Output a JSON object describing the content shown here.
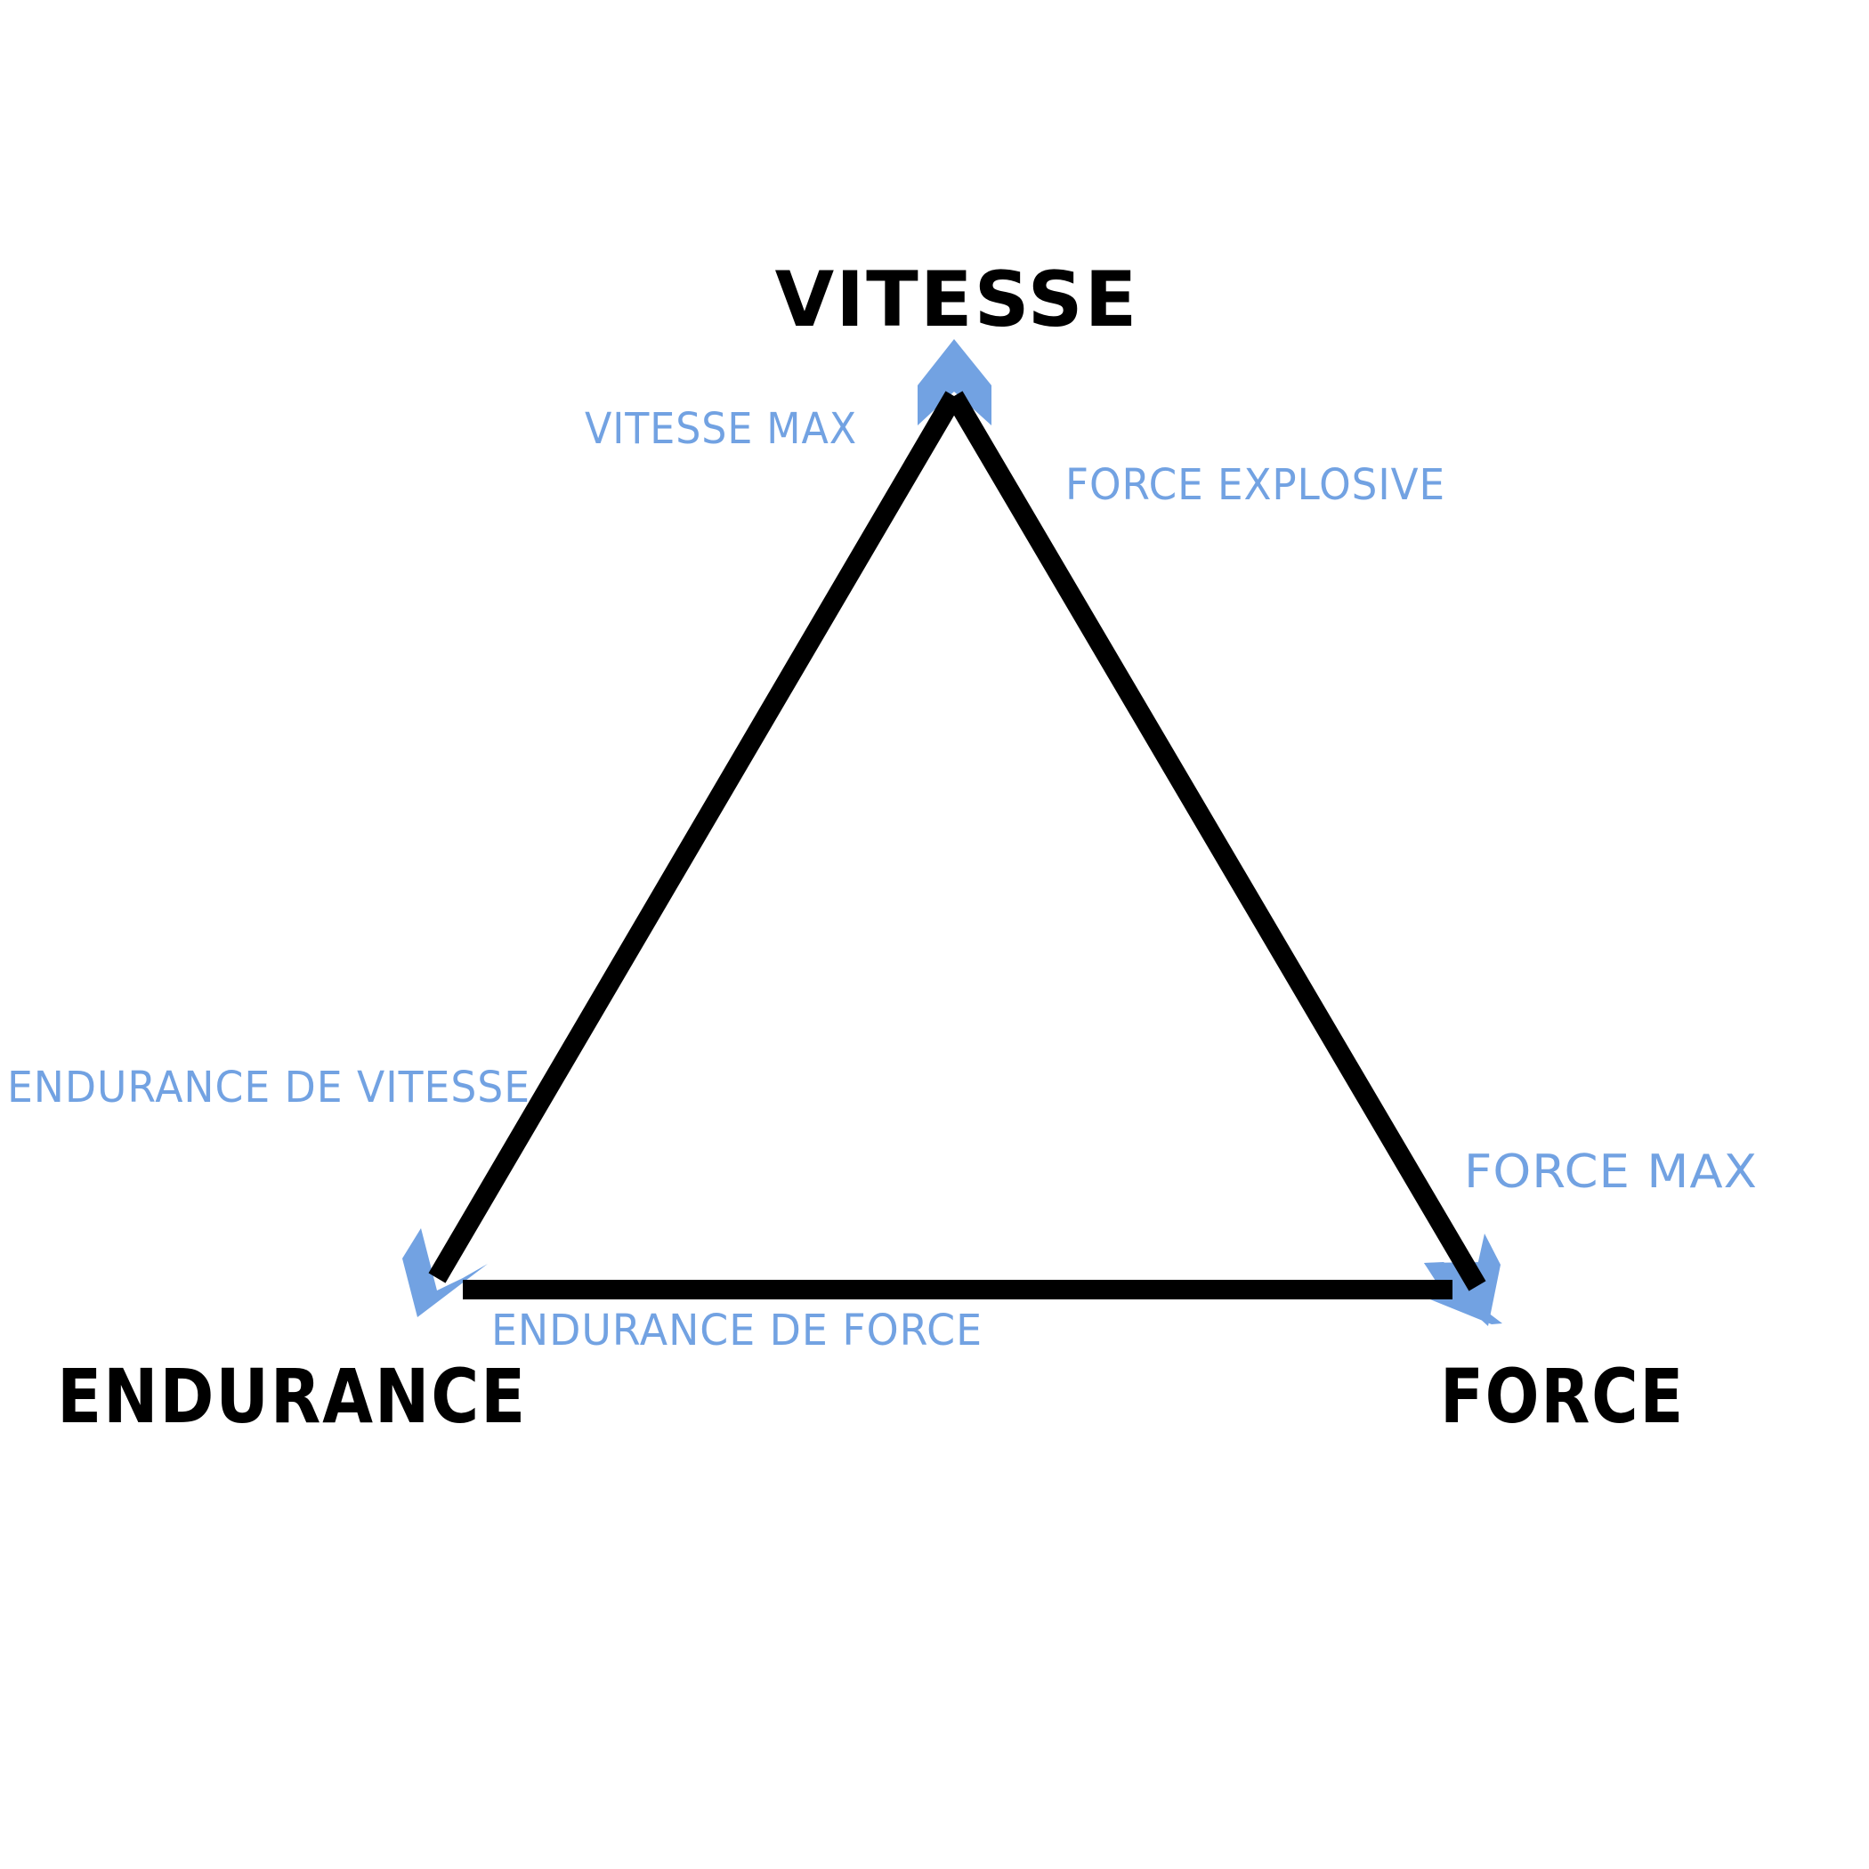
{
  "colors": {
    "background": "#ffffff",
    "triangle": "#000000",
    "accent": "#72a2e2",
    "vertex_text": "#000000",
    "zone_text": "#72a2e2"
  },
  "vertices": {
    "top": "VITESSE",
    "bottom_left": "ENDURANCE",
    "bottom_right": "FORCE"
  },
  "zones": {
    "top_left": "VITESSE MAX",
    "top_right": "FORCE EXPLOSIVE",
    "left": "ENDURANCE  DE VITESSE",
    "right": "FORCE MAX",
    "bottom": "ENDURANCE DE FORCE"
  },
  "icons": {
    "top_arrow": "chevron-up-icon",
    "left_arrow": "chevron-down-left-icon",
    "right_arrow": "chevron-down-right-icon"
  }
}
